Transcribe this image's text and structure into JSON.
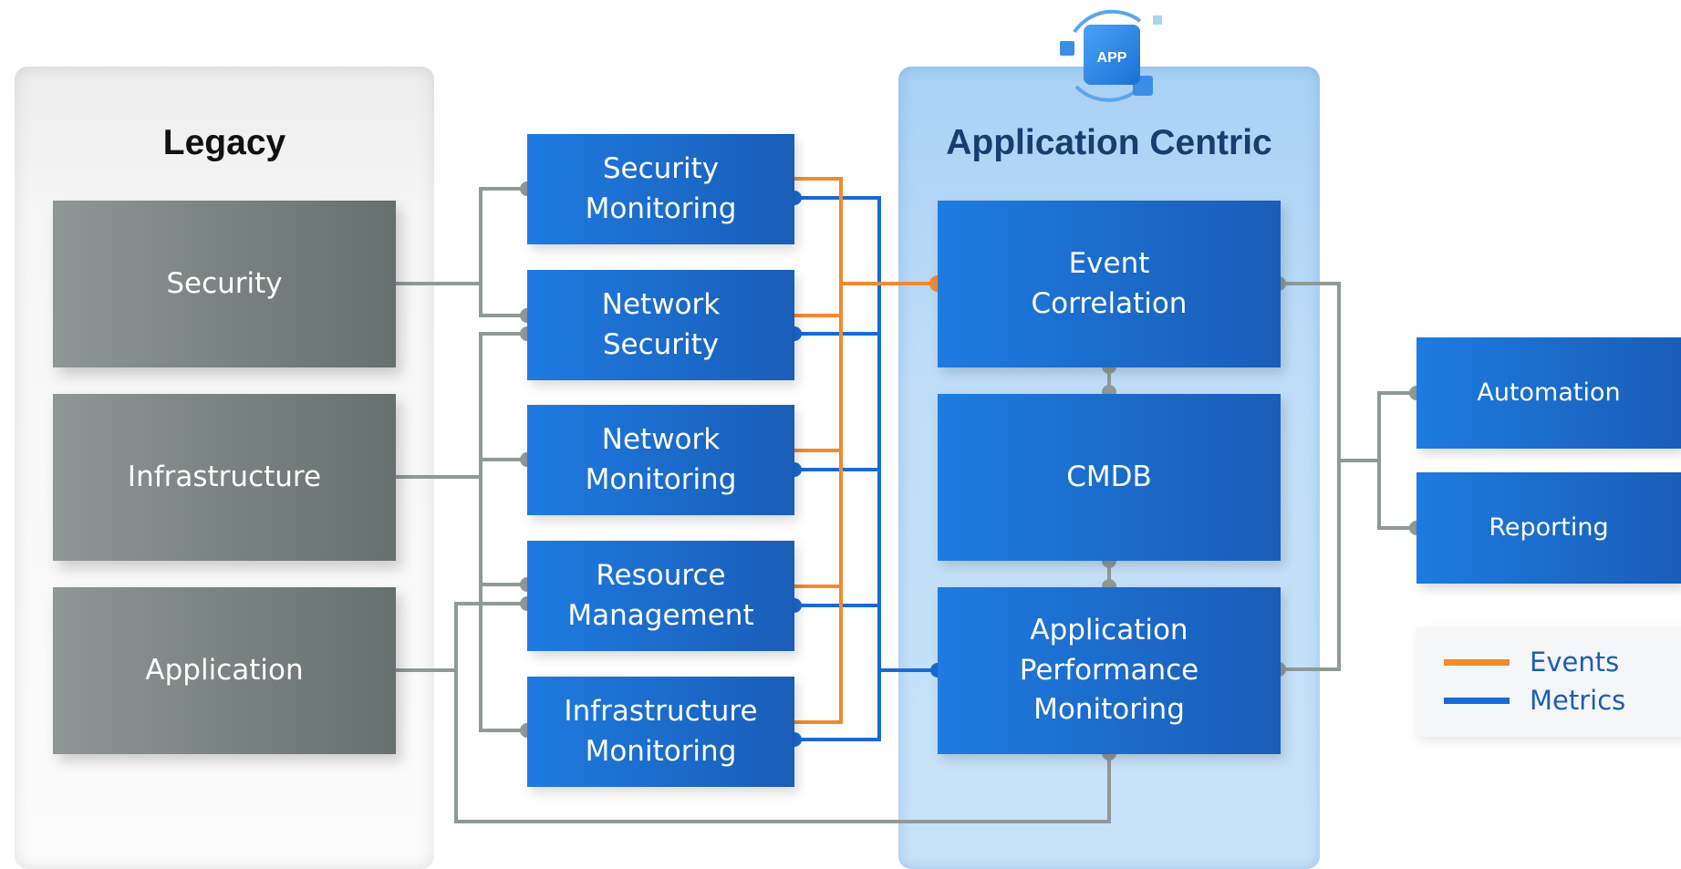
{
  "colors": {
    "events": "#f28a2e",
    "metrics": "#1a6ad4",
    "connector": "#8f9999"
  },
  "legacy": {
    "title": "Legacy",
    "items": [
      "Security",
      "Infrastructure",
      "Application"
    ]
  },
  "monitoring": {
    "items": [
      "Security\nMonitoring",
      "Network\nSecurity",
      "Network\nMonitoring",
      "Resource\nManagement",
      "Infrastructure\nMonitoring"
    ]
  },
  "app_centric": {
    "title": "Application Centric",
    "badge": "APP",
    "items": [
      "Event\nCorrelation",
      "CMDB",
      "Application\nPerformance\nMonitoring"
    ]
  },
  "outputs": {
    "items": [
      "Automation",
      "Reporting"
    ]
  },
  "legend": {
    "events_label": "Events",
    "metrics_label": "Metrics"
  }
}
